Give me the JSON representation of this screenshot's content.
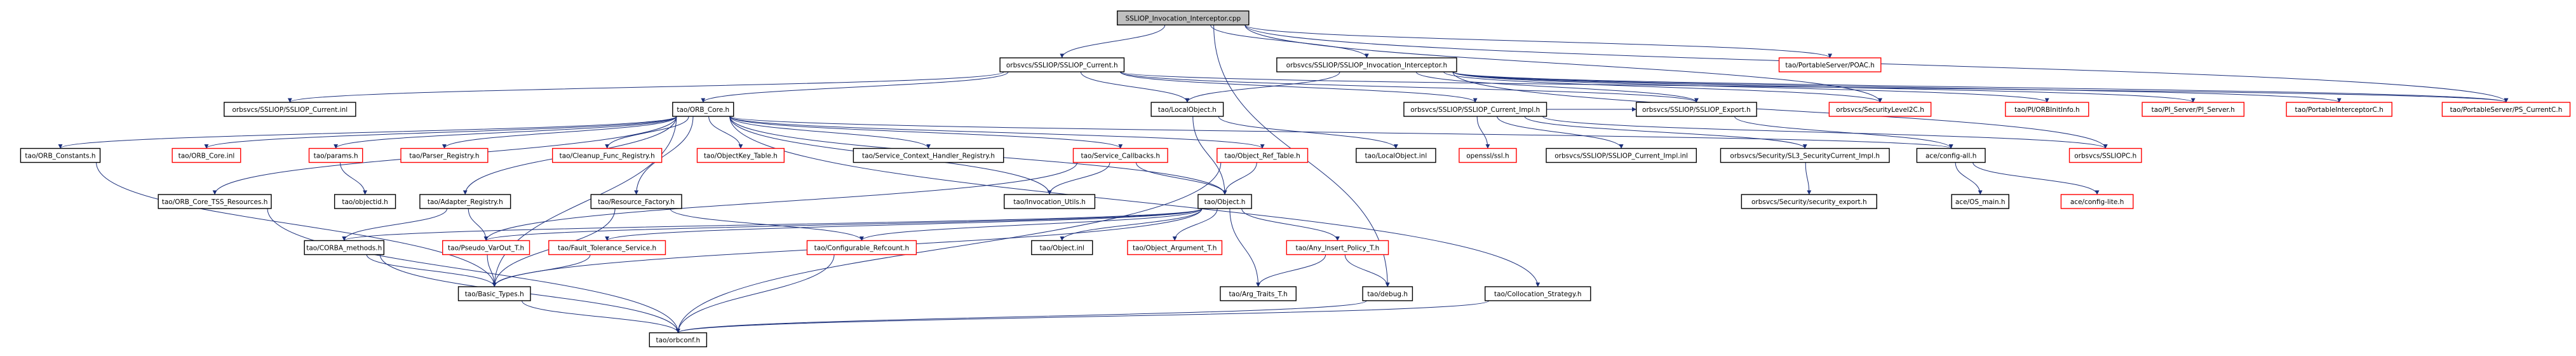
{
  "style": {
    "node_fill": "#ffffff",
    "node_text": "#000000",
    "root_fill": "#bfbfbf",
    "border_normal": "#000000",
    "border_missing": "#ff0000",
    "edge_color": "#1a2e7a"
  },
  "nodes": [
    {
      "id": "root",
      "label": "SSLIOP_Invocation_Interceptor.cpp",
      "kind": "root"
    },
    {
      "id": "current_h",
      "label": "orbsvcs/SSLIOP/SSLIOP_Current.h",
      "kind": "normal"
    },
    {
      "id": "invint_h",
      "label": "orbsvcs/SSLIOP/SSLIOP_Invocation_Interceptor.h",
      "kind": "normal"
    },
    {
      "id": "poa_c",
      "label": "tao/PortableServer/POAC.h",
      "kind": "missing"
    },
    {
      "id": "current_inl",
      "label": "orbsvcs/SSLIOP/SSLIOP_Current.inl",
      "kind": "normal"
    },
    {
      "id": "orb_core",
      "label": "tao/ORB_Core.h",
      "kind": "normal"
    },
    {
      "id": "local_object_h",
      "label": "tao/LocalObject.h",
      "kind": "normal"
    },
    {
      "id": "current_impl_h",
      "label": "orbsvcs/SSLIOP/SSLIOP_Current_Impl.h",
      "kind": "normal"
    },
    {
      "id": "ssliop_export",
      "label": "orbsvcs/SSLIOP/SSLIOP_Export.h",
      "kind": "normal"
    },
    {
      "id": "seclevel2c",
      "label": "orbsvcs/SecurityLevel2C.h",
      "kind": "missing"
    },
    {
      "id": "pi_orbinit",
      "label": "tao/PI/ORBInitInfo.h",
      "kind": "missing"
    },
    {
      "id": "pi_server",
      "label": "tao/PI_Server/PI_Server.h",
      "kind": "missing"
    },
    {
      "id": "portable_icept",
      "label": "tao/PortableInterceptorC.h",
      "kind": "missing"
    },
    {
      "id": "ps_current",
      "label": "tao/PortableServer/PS_CurrentC.h",
      "kind": "missing"
    },
    {
      "id": "orb_constants",
      "label": "tao/ORB_Constants.h",
      "kind": "normal"
    },
    {
      "id": "orb_core_inl",
      "label": "tao/ORB_Core.inl",
      "kind": "missing"
    },
    {
      "id": "params",
      "label": "tao/params.h",
      "kind": "missing"
    },
    {
      "id": "parser_reg",
      "label": "tao/Parser_Registry.h",
      "kind": "missing"
    },
    {
      "id": "cleanup",
      "label": "tao/Cleanup_Func_Registry.h",
      "kind": "missing"
    },
    {
      "id": "objkey_table",
      "label": "tao/ObjectKey_Table.h",
      "kind": "missing"
    },
    {
      "id": "svc_ctx",
      "label": "tao/Service_Context_Handler_Registry.h",
      "kind": "normal"
    },
    {
      "id": "svc_callbacks",
      "label": "tao/Service_Callbacks.h",
      "kind": "missing"
    },
    {
      "id": "obj_ref_table",
      "label": "tao/Object_Ref_Table.h",
      "kind": "missing"
    },
    {
      "id": "local_object_inl",
      "label": "tao/LocalObject.inl",
      "kind": "normal"
    },
    {
      "id": "openssl",
      "label": "openssl/ssl.h",
      "kind": "missing"
    },
    {
      "id": "current_impl_inl",
      "label": "orbsvcs/SSLIOP/SSLIOP_Current_Impl.inl",
      "kind": "normal"
    },
    {
      "id": "sl3_impl",
      "label": "orbsvcs/Security/SL3_SecurityCurrent_Impl.h",
      "kind": "normal"
    },
    {
      "id": "config_all",
      "label": "ace/config-all.h",
      "kind": "normal"
    },
    {
      "id": "ssliopc",
      "label": "orbsvcs/SSLIOPC.h",
      "kind": "missing"
    },
    {
      "id": "tss_res",
      "label": "tao/ORB_Core_TSS_Resources.h",
      "kind": "normal"
    },
    {
      "id": "objectid",
      "label": "tao/objectid.h",
      "kind": "normal"
    },
    {
      "id": "adapter_reg",
      "label": "tao/Adapter_Registry.h",
      "kind": "normal"
    },
    {
      "id": "resource_factory",
      "label": "tao/Resource_Factory.h",
      "kind": "normal"
    },
    {
      "id": "invocation_utils",
      "label": "tao/Invocation_Utils.h",
      "kind": "normal"
    },
    {
      "id": "object_h",
      "label": "tao/Object.h",
      "kind": "normal"
    },
    {
      "id": "security_export",
      "label": "orbsvcs/Security/security_export.h",
      "kind": "normal"
    },
    {
      "id": "os_main",
      "label": "ace/OS_main.h",
      "kind": "normal"
    },
    {
      "id": "config_lite",
      "label": "ace/config-lite.h",
      "kind": "missing"
    },
    {
      "id": "corba_methods",
      "label": "tao/CORBA_methods.h",
      "kind": "normal"
    },
    {
      "id": "pseudo_var",
      "label": "tao/Pseudo_VarOut_T.h",
      "kind": "missing"
    },
    {
      "id": "fault_tol",
      "label": "tao/Fault_Tolerance_Service.h",
      "kind": "missing"
    },
    {
      "id": "configurable_ref",
      "label": "tao/Configurable_Refcount.h",
      "kind": "missing"
    },
    {
      "id": "object_inl",
      "label": "tao/Object.inl",
      "kind": "normal"
    },
    {
      "id": "object_arg",
      "label": "tao/Object_Argument_T.h",
      "kind": "missing"
    },
    {
      "id": "any_insert",
      "label": "tao/Any_Insert_Policy_T.h",
      "kind": "missing"
    },
    {
      "id": "basic_types",
      "label": "tao/Basic_Types.h",
      "kind": "normal"
    },
    {
      "id": "arg_traits",
      "label": "tao/Arg_Traits_T.h",
      "kind": "normal"
    },
    {
      "id": "debug_h",
      "label": "tao/debug.h",
      "kind": "normal"
    },
    {
      "id": "collocation",
      "label": "tao/Collocation_Strategy.h",
      "kind": "normal"
    },
    {
      "id": "orbconf",
      "label": "tao/orbconf.h",
      "kind": "normal"
    }
  ],
  "edges": [
    [
      "root",
      "current_h"
    ],
    [
      "root",
      "invint_h"
    ],
    [
      "root",
      "poa_c"
    ],
    [
      "root",
      "seclevel2c"
    ],
    [
      "root",
      "ps_current"
    ],
    [
      "root",
      "debug_h"
    ],
    [
      "current_h",
      "current_inl"
    ],
    [
      "current_h",
      "orb_core"
    ],
    [
      "current_h",
      "local_object_h"
    ],
    [
      "current_h",
      "current_impl_h"
    ],
    [
      "current_h",
      "ssliop_export"
    ],
    [
      "current_h",
      "ps_current"
    ],
    [
      "invint_h",
      "local_object_h"
    ],
    [
      "invint_h",
      "ssliop_export"
    ],
    [
      "invint_h",
      "seclevel2c"
    ],
    [
      "invint_h",
      "pi_orbinit"
    ],
    [
      "invint_h",
      "pi_server"
    ],
    [
      "invint_h",
      "portable_icept"
    ],
    [
      "invint_h",
      "ps_current"
    ],
    [
      "invint_h",
      "ssliopc"
    ],
    [
      "orb_core",
      "orb_constants"
    ],
    [
      "orb_core",
      "orb_core_inl"
    ],
    [
      "orb_core",
      "params"
    ],
    [
      "orb_core",
      "parser_reg"
    ],
    [
      "orb_core",
      "cleanup"
    ],
    [
      "orb_core",
      "objkey_table"
    ],
    [
      "orb_core",
      "svc_ctx"
    ],
    [
      "orb_core",
      "svc_callbacks"
    ],
    [
      "orb_core",
      "obj_ref_table"
    ],
    [
      "orb_core",
      "tss_res"
    ],
    [
      "orb_core",
      "adapter_reg"
    ],
    [
      "orb_core",
      "resource_factory"
    ],
    [
      "orb_core",
      "invocation_utils"
    ],
    [
      "orb_core",
      "object_h"
    ],
    [
      "orb_core",
      "collocation"
    ],
    [
      "orb_core",
      "basic_types"
    ],
    [
      "orb_core",
      "config_all"
    ],
    [
      "params",
      "objectid"
    ],
    [
      "local_object_h",
      "local_object_inl"
    ],
    [
      "local_object_h",
      "object_h"
    ],
    [
      "current_impl_h",
      "openssl"
    ],
    [
      "current_impl_h",
      "current_impl_inl"
    ],
    [
      "current_impl_h",
      "sl3_impl"
    ],
    [
      "current_impl_h",
      "ssliop_export"
    ],
    [
      "current_impl_h",
      "ssliopc"
    ],
    [
      "ssliop_export",
      "config_all"
    ],
    [
      "svc_callbacks",
      "invocation_utils"
    ],
    [
      "svc_callbacks",
      "object_h"
    ],
    [
      "svc_callbacks",
      "pseudo_var"
    ],
    [
      "obj_ref_table",
      "object_h"
    ],
    [
      "obj_ref_table",
      "orbconf"
    ],
    [
      "sl3_impl",
      "security_export"
    ],
    [
      "config_all",
      "os_main"
    ],
    [
      "config_all",
      "config_lite"
    ],
    [
      "orb_constants",
      "basic_types"
    ],
    [
      "tss_res",
      "orbconf"
    ],
    [
      "adapter_reg",
      "corba_methods"
    ],
    [
      "adapter_reg",
      "pseudo_var"
    ],
    [
      "resource_factory",
      "basic_types"
    ],
    [
      "resource_factory",
      "configurable_ref"
    ],
    [
      "object_h",
      "corba_methods"
    ],
    [
      "object_h",
      "pseudo_var"
    ],
    [
      "object_h",
      "fault_tol"
    ],
    [
      "object_h",
      "configurable_ref"
    ],
    [
      "object_h",
      "object_inl"
    ],
    [
      "object_h",
      "object_arg"
    ],
    [
      "object_h",
      "any_insert"
    ],
    [
      "object_h",
      "arg_traits"
    ],
    [
      "object_h",
      "basic_types"
    ],
    [
      "corba_methods",
      "basic_types"
    ],
    [
      "corba_methods",
      "orbconf"
    ],
    [
      "pseudo_var",
      "basic_types"
    ],
    [
      "fault_tol",
      "basic_types"
    ],
    [
      "configurable_ref",
      "orbconf"
    ],
    [
      "any_insert",
      "arg_traits"
    ],
    [
      "any_insert",
      "debug_h"
    ],
    [
      "basic_types",
      "orbconf"
    ],
    [
      "debug_h",
      "orbconf"
    ],
    [
      "collocation",
      "orbconf"
    ]
  ]
}
